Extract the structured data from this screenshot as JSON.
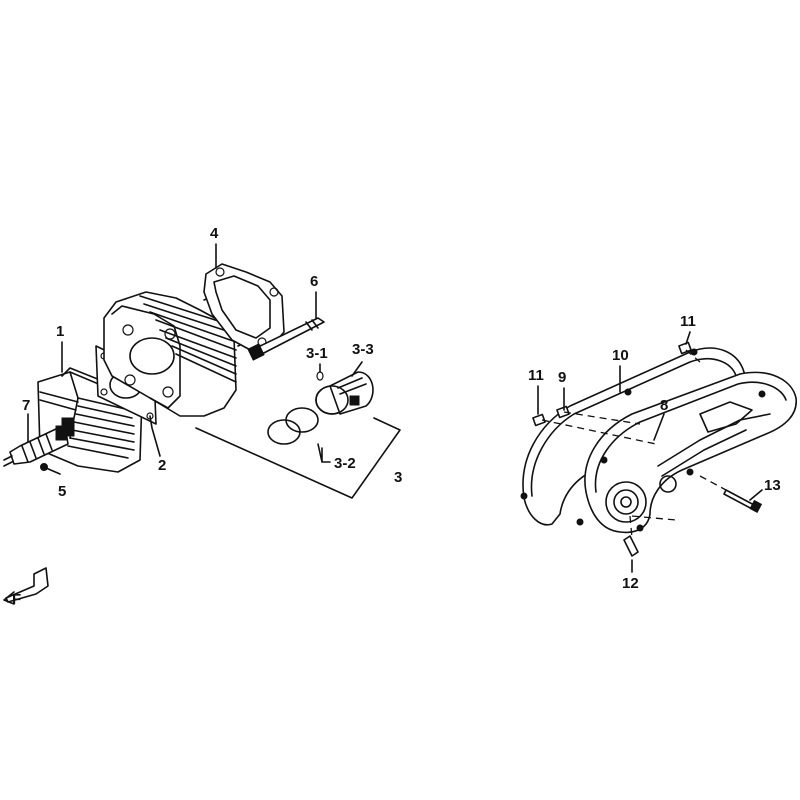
{
  "diagram": {
    "labels": {
      "l1": "1",
      "l2": "2",
      "l3": "3",
      "l3_1": "3-1",
      "l3_2": "3-2",
      "l3_3": "3-3",
      "l4": "4",
      "l5": "5",
      "l6": "6",
      "l7": "7",
      "l8": "8",
      "l9": "9",
      "l10": "10",
      "l11a": "11",
      "l11b": "11",
      "l12": "12",
      "l13": "13",
      "front_marker": "F"
    }
  },
  "colors": {
    "ink": "#111111",
    "background": "#ffffff"
  }
}
